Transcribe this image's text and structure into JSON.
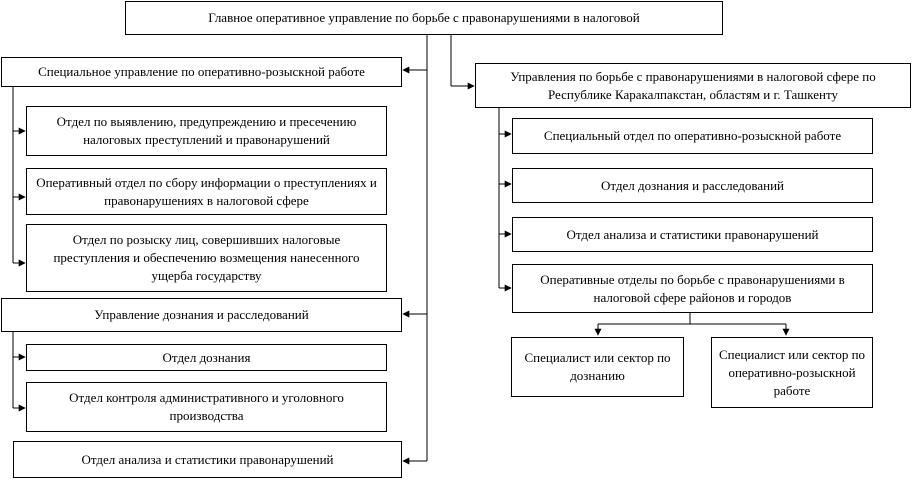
{
  "root": "Главное оперативное управление по борьбе с правонарушениями в налоговой",
  "left": {
    "operative": {
      "title": "Специальное управление по оперативно-розыскной работе",
      "departments": [
        "Отдел по выявлению, предупреждению и пресечению налоговых преступлений и правонарушений",
        "Оперативный отдел по сбору информации о преступлениях и правонарушениях в налоговой сфере",
        "Отдел по розыску лиц, совершивших налоговые преступления и обеспечению возмещения нанесенного ущерба государству"
      ]
    },
    "inquiry": {
      "title": "Управление дознания и расследований",
      "departments": [
        "Отдел дознания",
        "Отдел контроля административного и уголовного производства"
      ]
    },
    "analysis": "Отдел анализа и статистики правонарушений"
  },
  "right": {
    "title": "Управления по борьбе с правонарушениями в налоговой сфере по Республике Каракалпакстан, областям и г. Ташкенту",
    "departments": [
      "Специальный отдел по оперативно-розыскной работе",
      "Отдел дознания и расследований",
      "Отдел анализа и статистики правонарушений",
      "Оперативные отделы по борьбе с правонарушениями в налоговой сфере районов и городов"
    ],
    "specialists": [
      "Специалист или сектор по дознанию",
      "Специалист или сектор по оперативно-розыскной работе"
    ]
  }
}
